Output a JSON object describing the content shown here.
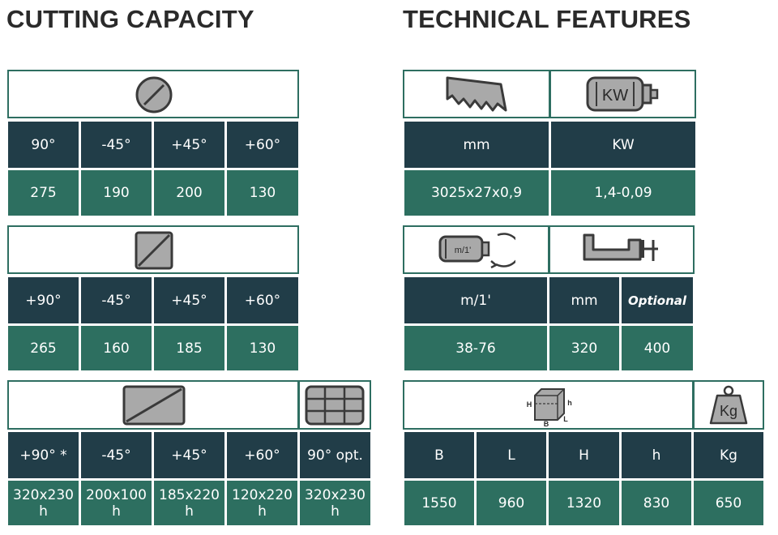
{
  "headings": {
    "cutting": "CUTTING CAPACITY",
    "technical": "TECHNICAL FEATURES"
  },
  "round": {
    "angles": [
      "90°",
      "-45°",
      "+45°",
      "+60°"
    ],
    "values": [
      "275",
      "190",
      "200",
      "130"
    ]
  },
  "square": {
    "angles": [
      "+90°",
      "-45°",
      "+45°",
      "+60°"
    ],
    "values": [
      "265",
      "160",
      "185",
      "130"
    ]
  },
  "rect": {
    "angles": [
      "+90° *",
      "-45°",
      "+45°",
      "+60°",
      "90° opt."
    ],
    "values": [
      "320x230\nh",
      "200x100\nh",
      "185x220\nh",
      "120x220\nh",
      "320x230\nh"
    ]
  },
  "blade": {
    "labels": [
      "mm",
      "KW"
    ],
    "values": [
      "3025x27x0,9",
      "1,4-0,09"
    ],
    "motor_text": "KW"
  },
  "speed": {
    "labels": [
      "m/1'",
      "mm",
      "Optional"
    ],
    "values": [
      "38-76",
      "320",
      "400"
    ],
    "motor_text": "m/1'"
  },
  "dims": {
    "labels": [
      "B",
      "L",
      "H",
      "h",
      "Kg"
    ],
    "values": [
      "1550",
      "960",
      "1320",
      "830",
      "650"
    ],
    "box_letters": {
      "H": "H",
      "h": "h",
      "B": "B",
      "L": "L"
    },
    "weight_text": "Kg"
  },
  "colors": {
    "dark": "#213d48",
    "green": "#2d6f60",
    "icon_fill": "#a9a9a9",
    "icon_stroke": "#3a3a3a"
  }
}
